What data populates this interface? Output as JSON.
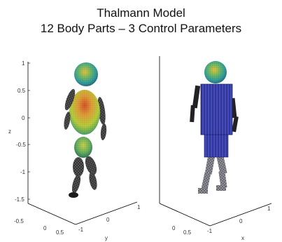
{
  "title": {
    "line1": "Thalmann Model",
    "line2": "12 Body Parts – 3 Control Parameters"
  },
  "left_panel": {
    "axis_z_ticks": [
      "1",
      "0.5",
      "0",
      "-0.5",
      "-1",
      "-1.5"
    ],
    "axis_z_label": "z",
    "axis_x_ticks": [
      "0",
      "0.5"
    ],
    "axis_y_ticks": [
      "-1",
      "0",
      "1"
    ],
    "axis_y_label": "y",
    "bottom_left_tick": "-0.5"
  },
  "right_panel": {
    "axis_x_ticks": [
      "0",
      "0.5"
    ],
    "axis_y_ticks": [
      "-1",
      "0",
      "1"
    ],
    "axis_y_label": "x"
  },
  "colors": {
    "torso_blue": "#3b43b8",
    "limb_dark": "#2a2a2a",
    "ellipsoid_yellow": "#c8d23a",
    "ellipsoid_orange": "#d9772a",
    "ellipsoid_green": "#3aa06b",
    "head_cyan": "#3fb9b0"
  }
}
